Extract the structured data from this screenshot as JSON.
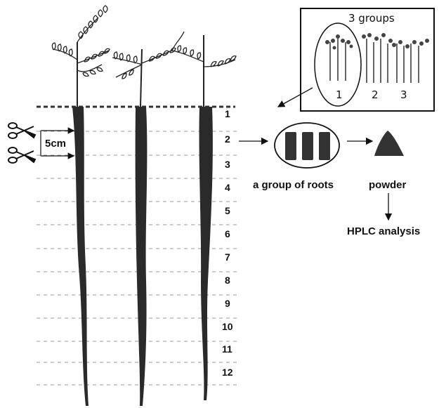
{
  "inset": {
    "title": "3 groups",
    "group_labels": [
      "1",
      "2",
      "3"
    ]
  },
  "root_segments": [
    "1",
    "2",
    "3",
    "4",
    "5",
    "6",
    "7",
    "8",
    "9",
    "10",
    "11",
    "12"
  ],
  "cut_interval_label": "5cm",
  "flow": {
    "roots_label": "a group of roots",
    "powder_label": "powder",
    "analysis_label": "HPLC analysis"
  },
  "colors": {
    "ink": "#111111",
    "root": "#2a2a2a",
    "dash": "#888888"
  }
}
